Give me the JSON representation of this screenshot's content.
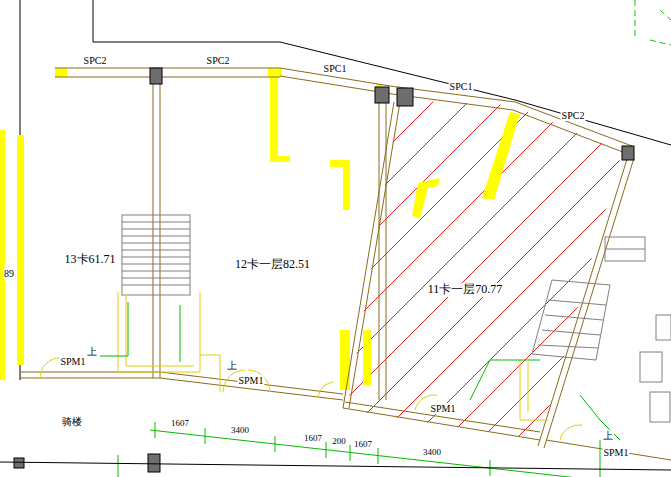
{
  "diagram": {
    "nodes": [
      {
        "text": [
          "13卡61.71"
        ]
      },
      {
        "text": [
          "12卡一层82.51"
        ]
      },
      {
        "text": [
          "11卡一层70.77"
        ]
      }
    ],
    "labels": [
      "SPC2",
      "SPC2",
      "SPC1",
      "SPC1",
      "SPC2",
      "89",
      "SPM1",
      "上",
      "上",
      "SPM1",
      "SPM1",
      "上",
      "SPM1",
      "骑楼",
      "1607",
      "3400",
      "1607",
      "200",
      "1607",
      "3400"
    ]
  }
}
